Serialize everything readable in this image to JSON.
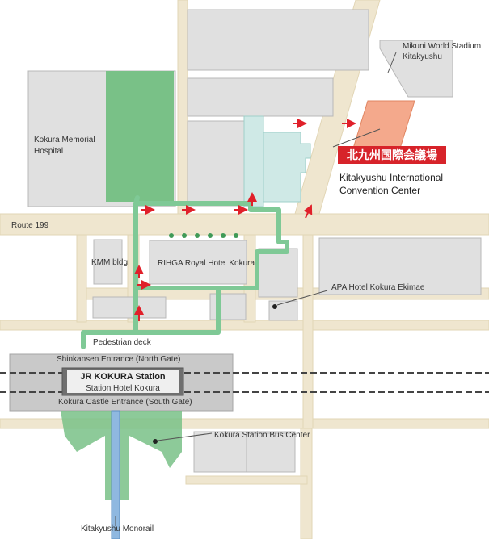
{
  "colors": {
    "road": "#efe6cf",
    "building": "#e0e0e0",
    "building_outline": "#b8b8b8",
    "route": "#7fc996",
    "park": "#79c187",
    "hotel_annex": "#cfe9e6",
    "convention": "#f4a98c",
    "arrow": "#e0202a",
    "station_bar": "#c9c9c9",
    "station_dark": "#6f6f6f",
    "rail": "#444444",
    "monorail": "#8fb8e0",
    "sign_red": "#d7232a"
  },
  "labels": {
    "mikuni_line1": "Mikuni World Stadium",
    "mikuni_line2": "Kitakyushu",
    "hospital_line1": "Kokura Memorial",
    "hospital_line2": "Hospital",
    "route199": "Route 199",
    "kmm": "KMM bldg",
    "rihga": "RIHGA Royal Hotel Kokura",
    "apa": "APA Hotel Kokura Ekimae",
    "ped_deck": "Pedestrian deck",
    "shinkansen": "Shinkansen Entrance (North Gate)",
    "jr_station": "JR KOKURA Station",
    "station_hotel": "Station Hotel Kokura",
    "castle_entrance": "Kokura Castle Entrance (South Gate)",
    "bus_center": "Kokura Station Bus Center",
    "monorail": "Kitakyushu Monorail",
    "convention_ja": "北九州国際会議場",
    "convention_en_line1": "Kitakyushu International",
    "convention_en_line2": "Convention Center"
  },
  "icons": {
    "arrow": "red-direction-arrow",
    "bus": "bus-stop-icon",
    "apa": "apa-hotel-marker-icon"
  }
}
